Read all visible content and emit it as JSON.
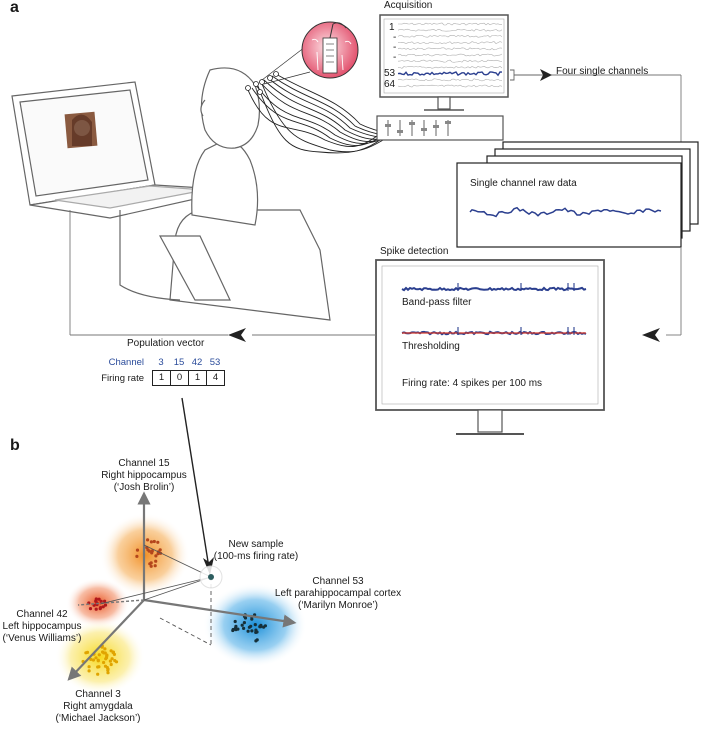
{
  "panels": {
    "a": "a",
    "b": "b"
  },
  "acquisition": {
    "title": "Acquisition",
    "channel_labels": [
      "1",
      "-",
      "-",
      "-",
      "53",
      "64"
    ]
  },
  "four_channels": "Four single channels",
  "raw_data": {
    "label": "Single channel raw data"
  },
  "spike_detection": {
    "title": "Spike detection",
    "bandpass": "Band-pass filter",
    "threshold": "Thresholding",
    "firing": "Firing rate: 4 spikes per 100 ms"
  },
  "population": {
    "title": "Population vector",
    "channel_label": "Channel",
    "channels": [
      "3",
      "15",
      "42",
      "53"
    ],
    "rate_label": "Firing rate",
    "rates": [
      "1",
      "0",
      "1",
      "4"
    ]
  },
  "space": {
    "ch15": [
      "Channel 15",
      "Right hippocampus",
      "(‘Josh Brolin’)"
    ],
    "ch42": [
      "Channel 42",
      "Left hippocampus",
      "(‘Venus Williams’)"
    ],
    "ch3": [
      "Channel 3",
      "Right amygdala",
      "(‘Michael Jackson’)"
    ],
    "ch53": [
      "Channel 53",
      "Left parahippocampal cortex",
      "(‘Marilyn Monroe’)"
    ],
    "sample": [
      "New sample",
      "(100-ms firing rate)"
    ]
  },
  "colors": {
    "ch15": "#f08a1c",
    "ch42": "#e8501c",
    "ch3": "#f5d21a",
    "ch53": "#1c8fd8",
    "trace": "#2b3f8f",
    "threshold": "#d83a2a"
  }
}
